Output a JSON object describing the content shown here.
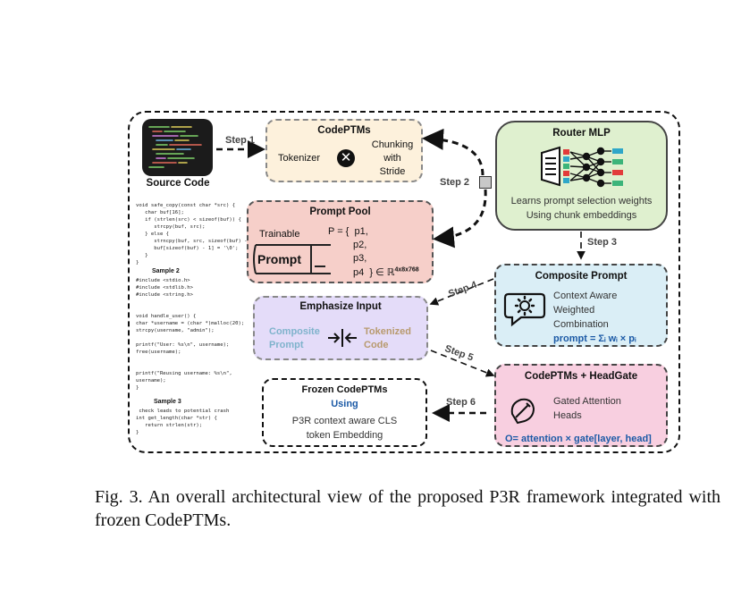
{
  "source": {
    "label": "Source Code",
    "snippet1": "void safe_copy(const char *src) {\n   char buf[16];\n   if (strlen(src) < sizeof(buf)) {\n      strcpy(buf, src);\n   } else {\n      strncpy(buf, src, sizeof(buf) - 1);\n      buf[sizeof(buf) - 1] = '\\0';\n   }\n}",
    "sample2": "Sample 2",
    "snippet2": "#include <stdio.h>\n#include <stdlib.h>\n#include <string.h>\n\n\nvoid handle_user() {\nchar *username = (char *)malloc(20);\nstrcpy(username, \"admin\");\n\nprintf(\"User: %s\\n\", username);\nfree(username);\n\n\nprintf(\"Reusing username: %s\\n\",\nusername);\n}",
    "sample3": "Sample 3",
    "snippet3": " check leads to potential crash\nint get_length(char *str) {\n   return strlen(str);\n}"
  },
  "steps": {
    "s1": "Step 1",
    "s2": "Step 2",
    "s3": "Step 3",
    "s4": "Step 4",
    "s5": "Step 5",
    "s6": "Step 6"
  },
  "codeptms": {
    "title": "CodePTMs",
    "tokenizer": "Tokenizer",
    "chunking": "Chunking\nwith\nStride"
  },
  "router": {
    "title": "Router MLP",
    "line1": "Learns prompt selection weights",
    "line2": "Using chunk embeddings"
  },
  "prompt_pool": {
    "title": "Prompt Pool",
    "trainable": "Trainable",
    "prompt": "Prompt",
    "p_line1": "P = {  p1,",
    "p_line2": "p2,",
    "p_line3": "p3,",
    "p_line4": "p4  } ∈ ℝ",
    "p_sup": "4x8x768"
  },
  "composite": {
    "title": "Composite Prompt",
    "desc": "Context Aware\nWeighted\nCombination",
    "formula": "prompt = Σᵢ wᵢ × pᵢ"
  },
  "emphasize": {
    "title": "Emphasize Input",
    "left": "Composite\nPrompt",
    "right": "Tokenized\nCode"
  },
  "headgate": {
    "title": "CodePTMs + HeadGate",
    "desc": "Gated Attention\nHeads",
    "formula": "O= attention × gate[layer, head]"
  },
  "frozen": {
    "title": "Frozen CodePTMs",
    "using": "Using",
    "line1": "P3R context aware CLS",
    "line2": "token Embedding"
  },
  "caption": "Fig. 3.   An overall architectural view of the proposed P3R framework integrated with frozen CodePTMs.",
  "colors": {
    "codeptms_bg": "#fdf1dc",
    "router_bg": "#dff0cf",
    "prompt_pool_bg": "#f6cfc9",
    "composite_bg": "#daeef6",
    "emphasize_bg": "#e4dcf9",
    "headgate_bg": "#f8cfe0",
    "blue_text": "#1c5aa6",
    "teal_text": "#7fb3cc",
    "tan_text": "#b89a6e"
  }
}
